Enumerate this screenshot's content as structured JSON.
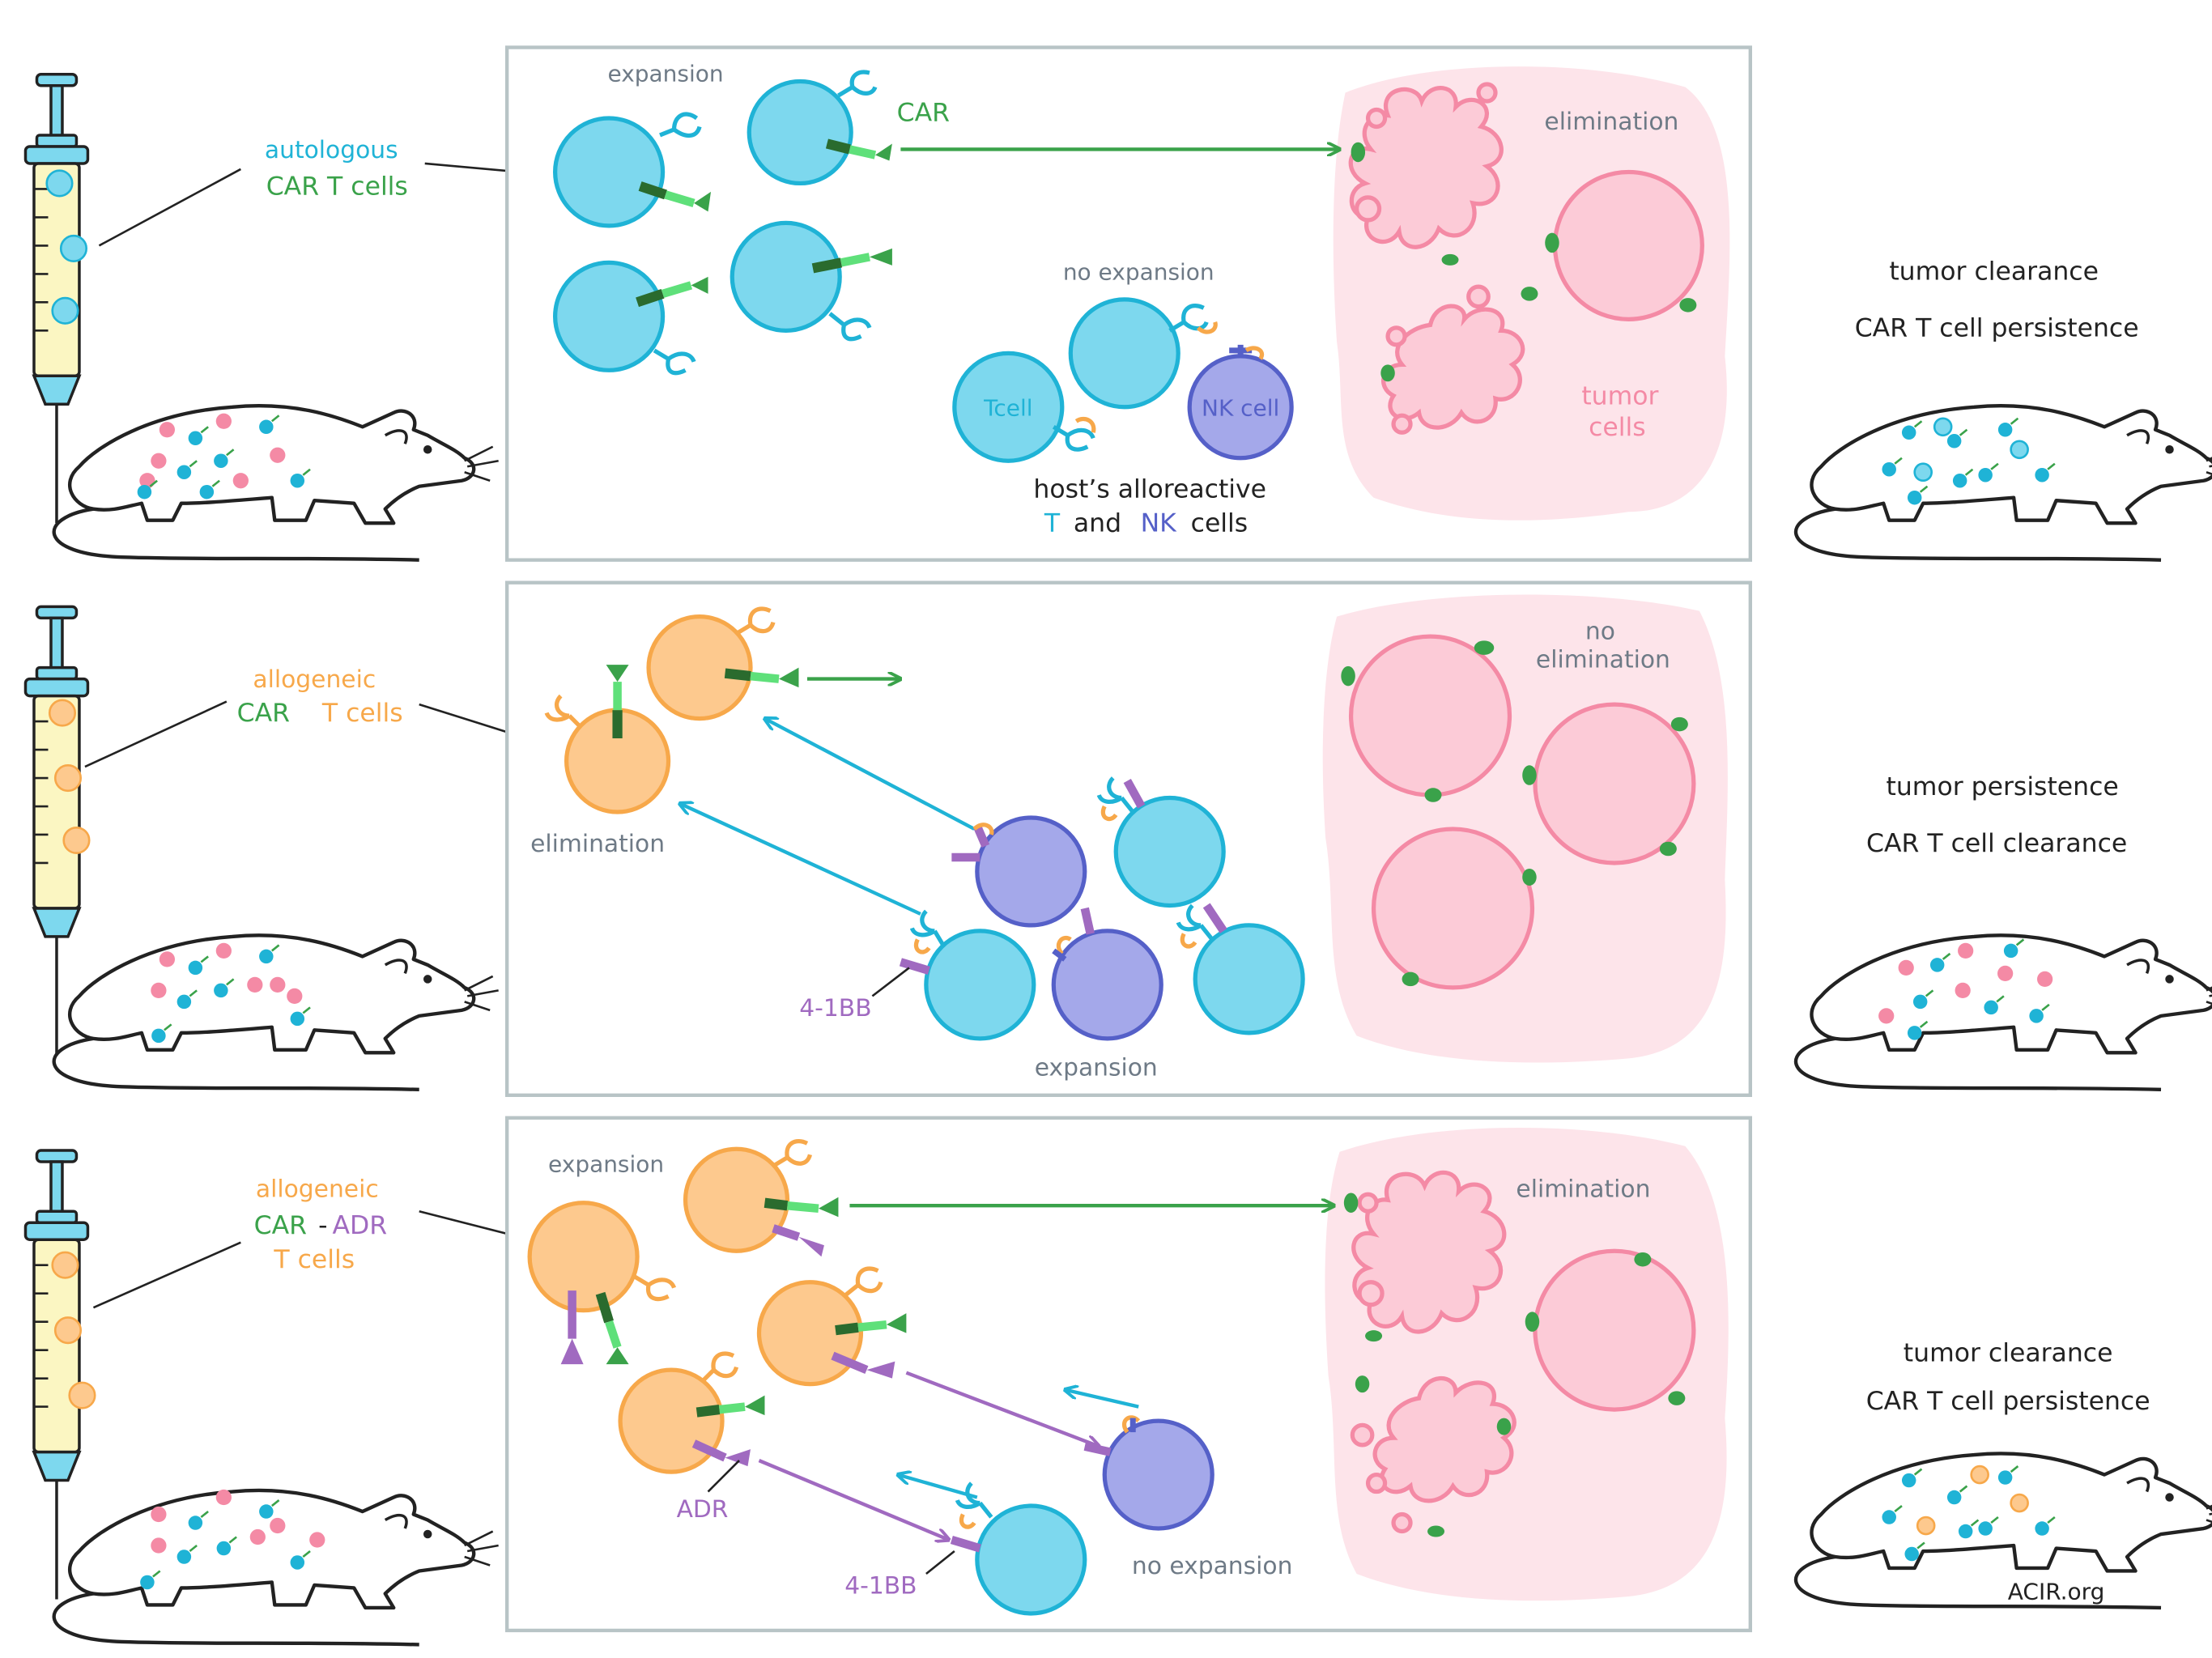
{
  "colors": {
    "teal": "#1fb3d6",
    "teal_fill": "#7dd8ee",
    "orange": "#f7a84a",
    "orange_fill": "#fdc98e",
    "green": "#3aa24a",
    "light_green": "#5fe07a",
    "dark_green": "#2a6b2e",
    "purple": "#a06ac0",
    "nk_blue": "#5560c8",
    "nk_fill": "#a4a8ea",
    "pink": "#f48aa5",
    "pink_fill": "#fccbd7",
    "tumor_bg": "#fde4ea",
    "box_border": "#b8c4c6",
    "grey_text": "#6e7a86",
    "syringe_fill": "#fbf6c2"
  },
  "row1": {
    "left_label_line1": "autologous",
    "left_label_line2": "CAR T cells",
    "expansion": "expansion",
    "car": "CAR",
    "elimination": "elimination",
    "no_expansion": "no expansion",
    "tcell": "Tcell",
    "nkcell": "NK cell",
    "host_line1": "host’s alloreactive",
    "host_t": "T",
    "host_and": "and",
    "host_nk": "NK",
    "host_cells": "cells",
    "tumor_cells_1": "tumor",
    "tumor_cells_2": "cells",
    "outcome_line1": "tumor clearance",
    "outcome_line2": "CAR T cell persistence"
  },
  "row2": {
    "left_label_line1": "allogeneic",
    "left_label_line2": "CAR",
    "left_label_line2b": "T cells",
    "elimination": "elimination",
    "label_41bb": "4-1BB",
    "expansion": "expansion",
    "no_elimination_1": "no",
    "no_elimination_2": "elimination",
    "outcome_line1": "tumor persistence",
    "outcome_line2": "CAR T cell  clearance"
  },
  "row3": {
    "left_label_line1": "allogeneic",
    "left_label_car": "CAR",
    "left_label_dash": "-",
    "left_label_adr": "ADR",
    "left_label_line3": "T cells",
    "expansion": "expansion",
    "elimination": "elimination",
    "adr": "ADR",
    "label_41bb": "4-1BB",
    "no_expansion": "no expansion",
    "outcome_line1": "tumor clearance",
    "outcome_line2": "CAR T cell persistence",
    "credit": "ACIR.org"
  }
}
